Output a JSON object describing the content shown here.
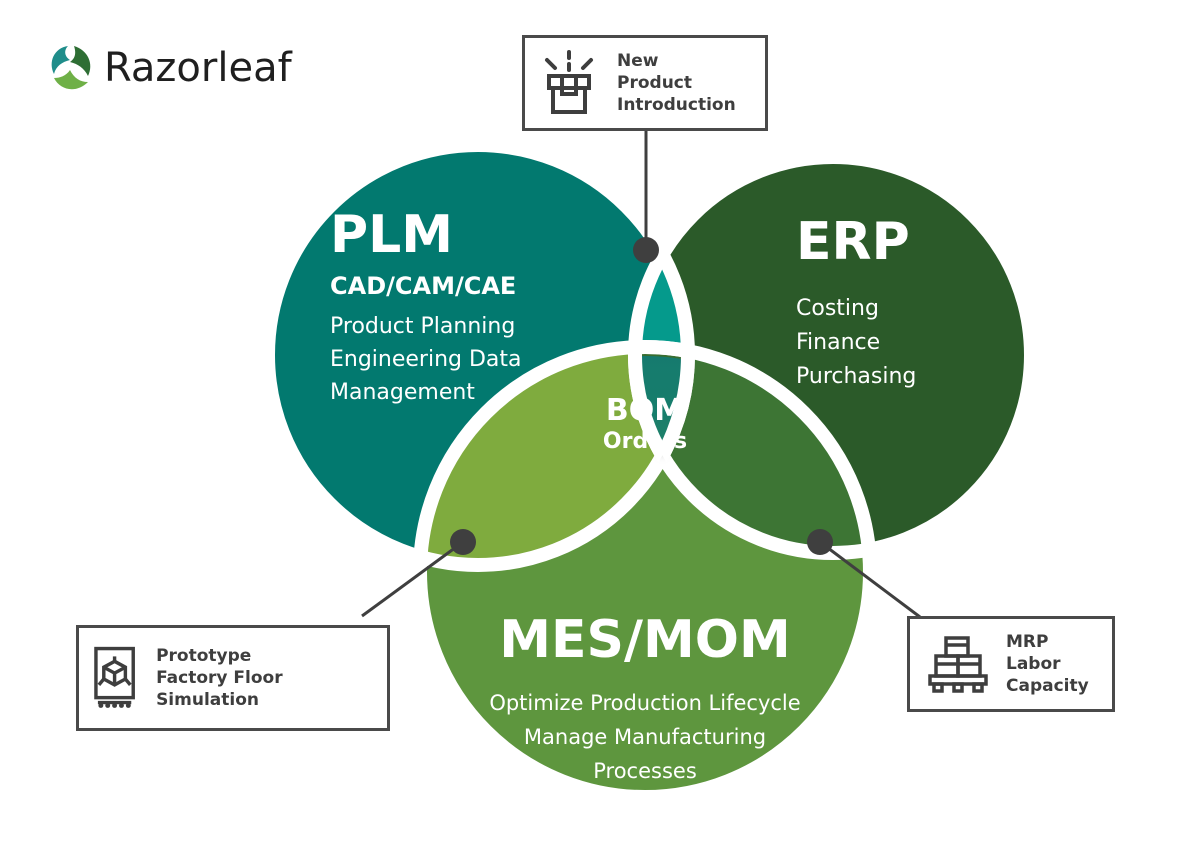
{
  "brand": {
    "name": "Razorleaf",
    "icon": "leaf-swirl-icon"
  },
  "circles": {
    "plm": {
      "title": "PLM",
      "subtitle": "CAD/CAM/CAE",
      "lines": [
        "Product Planning",
        "Engineering Data",
        "Management"
      ],
      "color": "#02796f"
    },
    "erp": {
      "title": "ERP",
      "lines": [
        "Costing",
        "Finance",
        "Purchasing"
      ],
      "color": "#2b5a29"
    },
    "mes": {
      "title": "MES/MOM",
      "lines": [
        "Optimize Production Lifecycle",
        "Manage Manufacturing",
        "Processes"
      ],
      "color": "#5e963e"
    }
  },
  "overlaps": {
    "plm_erp": {
      "color": "#059a8c"
    },
    "plm_mes": {
      "color": "#7fab3e"
    },
    "erp_mes": {
      "color": "#3d7534"
    },
    "center": {
      "lines": [
        "BOM",
        "Orders"
      ],
      "color_top": "#127a6e",
      "color_bottom": "#7fab3e"
    }
  },
  "callouts": {
    "npi": {
      "lines": [
        "New",
        "Product",
        "Introduction"
      ],
      "icon": "box-open-icon"
    },
    "prototype": {
      "lines": [
        "Prototype",
        "Factory Floor Simulation"
      ],
      "icon": "cube-simulation-icon"
    },
    "mrp": {
      "lines": [
        "MRP",
        "Labor",
        "Capacity"
      ],
      "icon": "pallet-boxes-icon"
    }
  },
  "colors": {
    "outline": "#ffffff",
    "connector": "#3f3f3f",
    "callout_border": "#4a4a4a"
  }
}
